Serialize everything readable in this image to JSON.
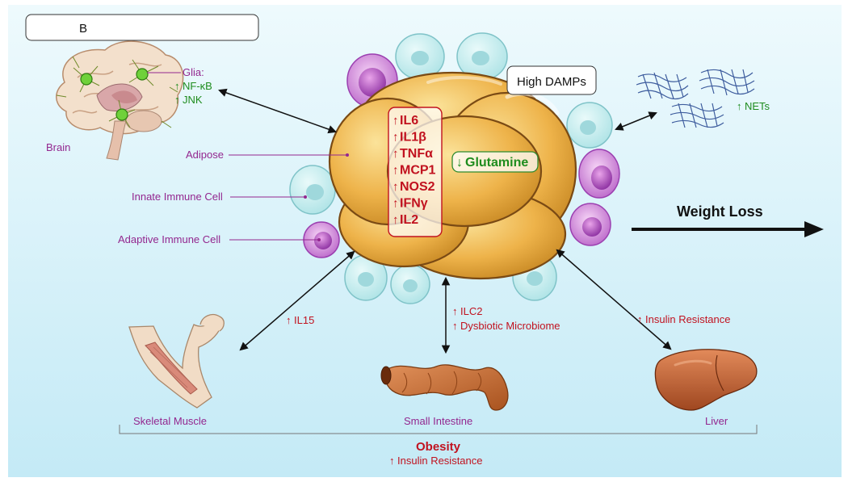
{
  "panel_label": "B",
  "colors": {
    "purple_label": "#93278f",
    "green_label": "#1e8c1e",
    "red_label": "#c1121f",
    "background_top": "#e9f9fd",
    "background_bottom": "#c6ebf6"
  },
  "brain": {
    "name": "Brain",
    "glia_title": "Glia:",
    "markers": [
      "NF-κB",
      "JNK"
    ]
  },
  "adipose_label": "Adipose",
  "innate_label": "Innate Immune Cell",
  "adaptive_label": "Adaptive Immune Cell",
  "damps_label": "High DAMPs",
  "cytokines": [
    "IL6",
    "IL1β",
    "TNFα",
    "MCP1",
    "NOS2",
    "IFNγ",
    "IL2"
  ],
  "glutamine_label": "Glutamine",
  "nets_label": "NETs",
  "weight_loss_label": "Weight Loss",
  "muscle": {
    "name": "Skeletal Muscle",
    "marker": "IL15"
  },
  "intestine": {
    "name": "Small Intestine",
    "markers": [
      "ILC2",
      "Dysbiotic Microbiome"
    ]
  },
  "liver": {
    "name": "Liver",
    "marker": "Insulin Resistance"
  },
  "footer": {
    "title": "Obesity",
    "marker": "Insulin Resistance"
  },
  "icons": [
    "up-arrow-icon",
    "down-arrow-icon",
    "double-arrow-icon",
    "right-arrow-icon"
  ]
}
